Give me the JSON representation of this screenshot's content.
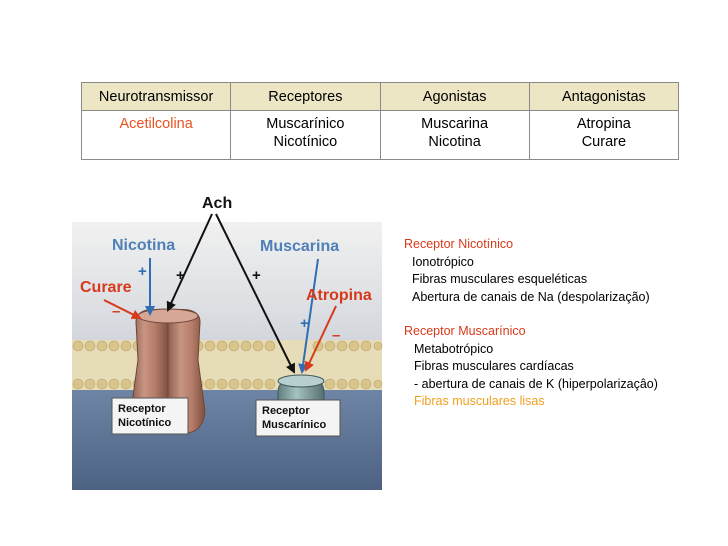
{
  "table": {
    "headers": [
      "Neurotransmissor",
      "Receptores",
      "Agonistas",
      "Antagonistas"
    ],
    "row": {
      "neurotransmitter": "Acetilcolina",
      "receptors": [
        "Muscarínico",
        "Nicotínico"
      ],
      "agonists": [
        "Muscarina",
        "Nicotina"
      ],
      "antagonists": [
        "Atropina",
        "Curare"
      ]
    }
  },
  "diagram": {
    "ach": "Ach",
    "nicotina": "Nicotina",
    "muscarina": "Muscarina",
    "curare": "Curare",
    "atropina": "Atropina",
    "plus": "+",
    "minus": "–",
    "receptor_nicotinic_line1": "Receptor",
    "receptor_nicotinic_line2": "Nicotínico",
    "receptor_muscarinic_line1": "Receptor",
    "receptor_muscarinic_line2": "Muscarínico"
  },
  "panel": {
    "nicotinic_title": "Receptor Nicotínico",
    "nicotinic_items": [
      "Ionotrópico",
      "Fibras musculares esqueléticas",
      "Abertura de canais de Na (despolarização)"
    ],
    "muscarinic_title": "Receptor Muscarínico",
    "muscarinic_items": [
      "Metabotrópico",
      "Fibras musculares cardíacas",
      "- abertura de canais de K (hiperpolarizaçâo)",
      "Fibras musculares lisas"
    ]
  },
  "colors": {
    "header_bg": "#ede6c4",
    "accent_orange": "#e8531f",
    "accent_red": "#d63a1a",
    "arrow_blue": "#2f6db5",
    "label_blue": "#4f80b8",
    "lisas_orange": "#f0a020"
  }
}
